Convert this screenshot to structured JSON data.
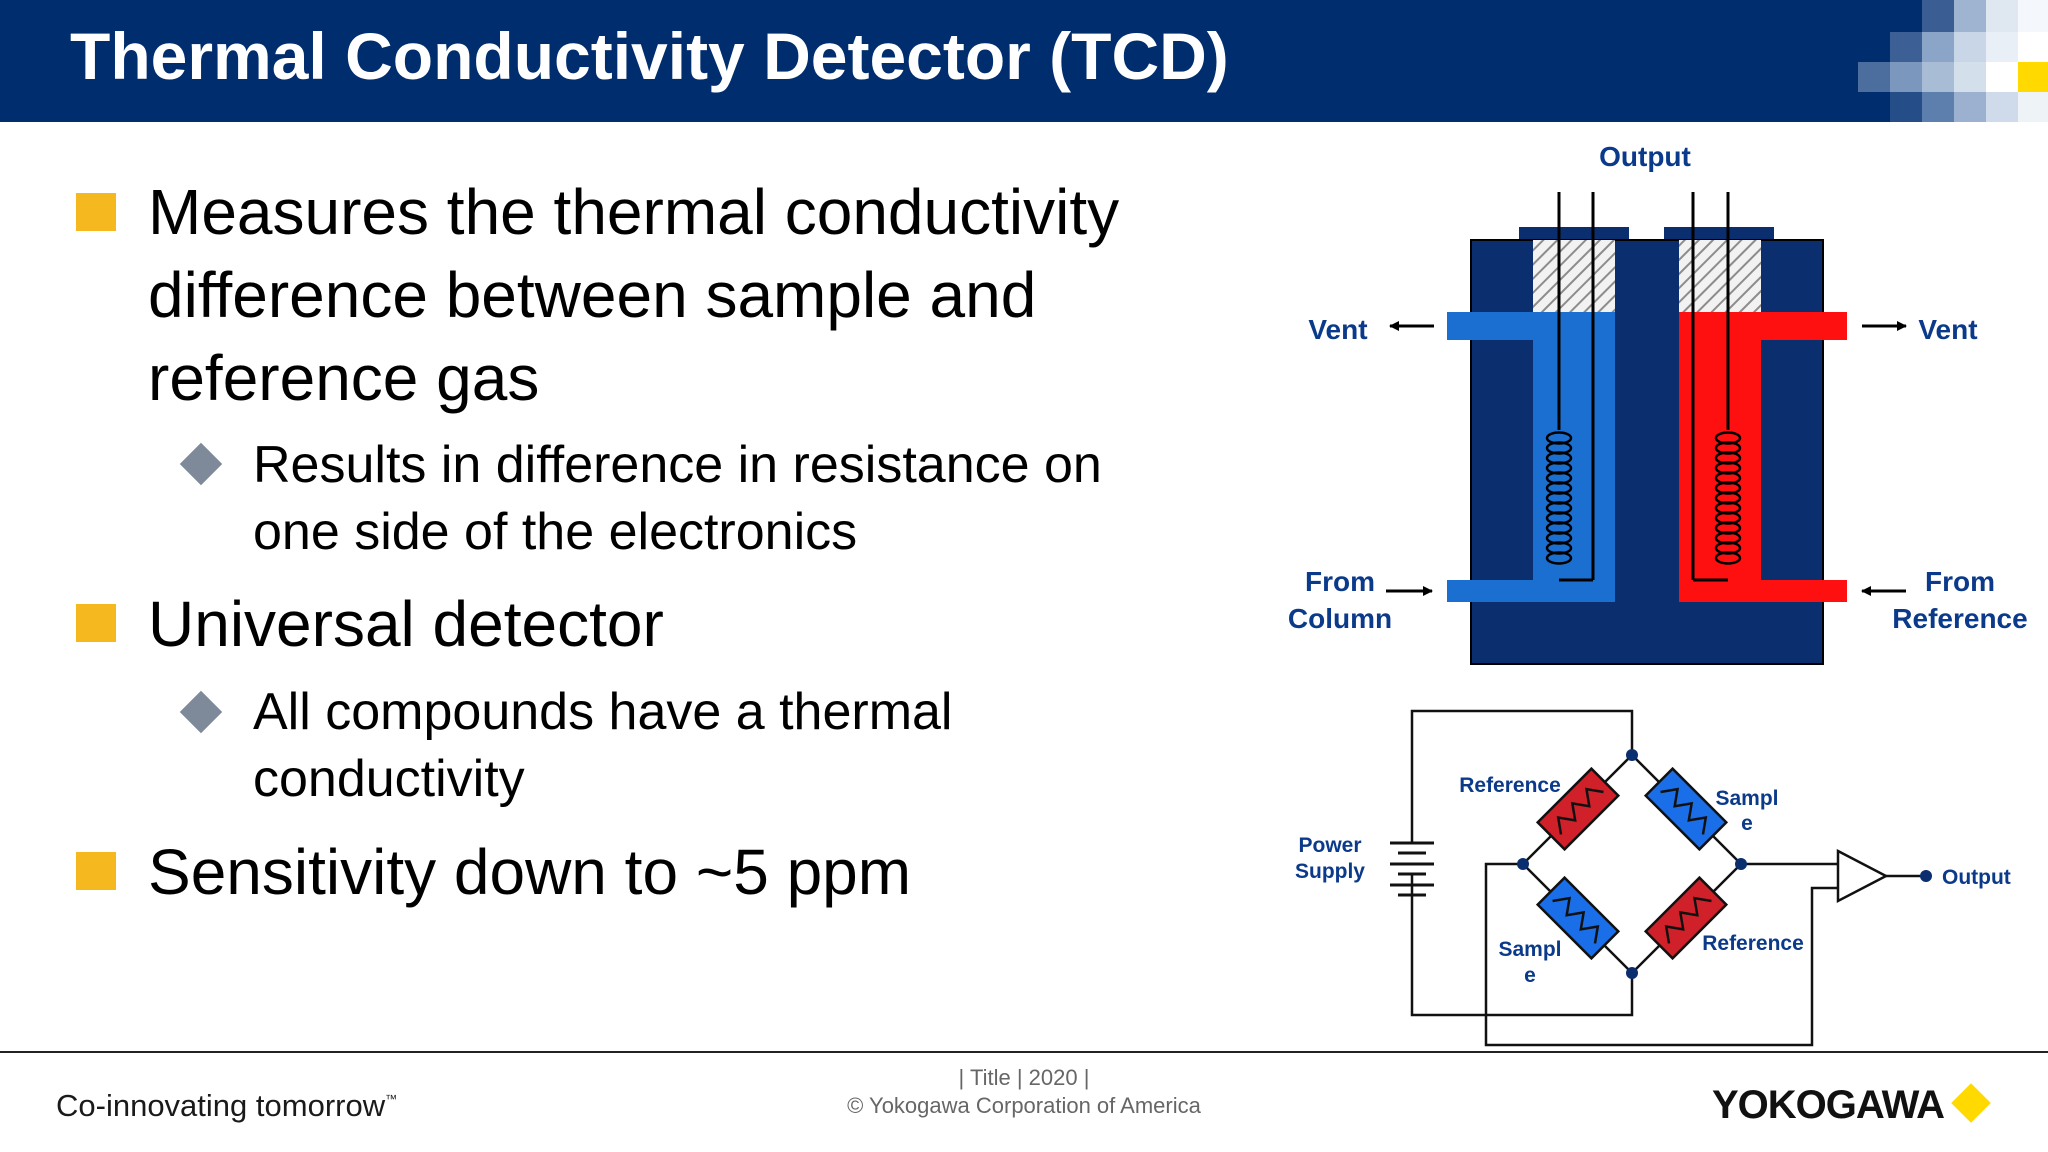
{
  "header": {
    "title": "Thermal Conductivity Detector (TCD)"
  },
  "bullets": [
    {
      "text": "Measures the thermal conductivity difference between sample and reference gas",
      "lines": [
        "Measures the thermal conductivity",
        "difference between sample and",
        "reference gas"
      ],
      "sub": [
        {
          "lines": [
            "Results in difference in resistance on",
            "one side of the electronics"
          ]
        }
      ]
    },
    {
      "text": "Universal detector",
      "lines": [
        "Universal detector"
      ],
      "sub": [
        {
          "lines": [
            "All compounds have a thermal",
            "conductivity"
          ]
        }
      ]
    },
    {
      "text": "Sensitivity down to ~5 ppm",
      "lines": [
        "Sensitivity down to ~5 ppm"
      ]
    }
  ],
  "diagram": {
    "detector": {
      "output_label": "Output",
      "vent_left": "Vent",
      "vent_right": "Vent",
      "from_column": [
        "From",
        "Column"
      ],
      "from_reference": [
        "From",
        "Reference"
      ]
    },
    "circuit": {
      "power_supply": [
        "Power",
        "Supply"
      ],
      "reference_top": "Reference",
      "sample_top": [
        "Sampl",
        "e"
      ],
      "sample_bottom": [
        "Sampl",
        "e"
      ],
      "reference_bottom": "Reference",
      "output": "Output"
    },
    "colors": {
      "navy": "#0b2e6f",
      "blue": "#1a6fd1",
      "red": "#ff1010",
      "label": "#0b3a8a"
    }
  },
  "footer": {
    "slogan": "Co-innovating tomorrow",
    "tm": "™",
    "center_line1": "| Title | 2020 |",
    "center_line2": "© Yokogawa Corporation of America",
    "logo": "YOKOGAWA"
  }
}
